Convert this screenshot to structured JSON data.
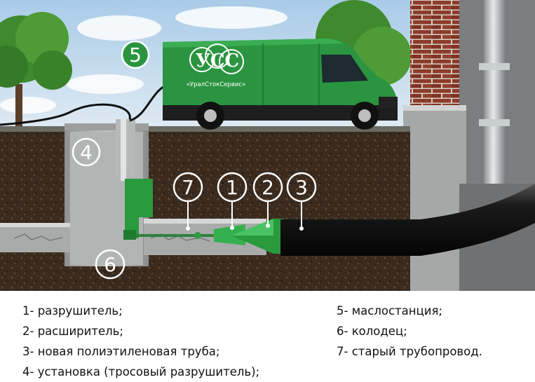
{
  "diagram": {
    "callouts": {
      "c1": "1",
      "c2": "2",
      "c3": "3",
      "c4": "4",
      "c5": "5",
      "c6": "6",
      "c7": "7"
    },
    "van": {
      "logo": "УСС",
      "brand": "«УралСтокСервис»"
    }
  },
  "legend": {
    "left": [
      "1- разрушитель;",
      "2- расширитель;",
      "3- новая полиэтиленовая труба;",
      "4- установка (тросовый разрушитель);"
    ],
    "right": [
      "5- маслостанция;",
      "6- колодец;",
      "7- старый трубопровод."
    ]
  },
  "colors": {
    "van_green": "#27963e",
    "soil": "#3a2a1e",
    "sky": "#b9d6ec",
    "brick": "#8c3b2a",
    "new_pipe": "#111111"
  }
}
